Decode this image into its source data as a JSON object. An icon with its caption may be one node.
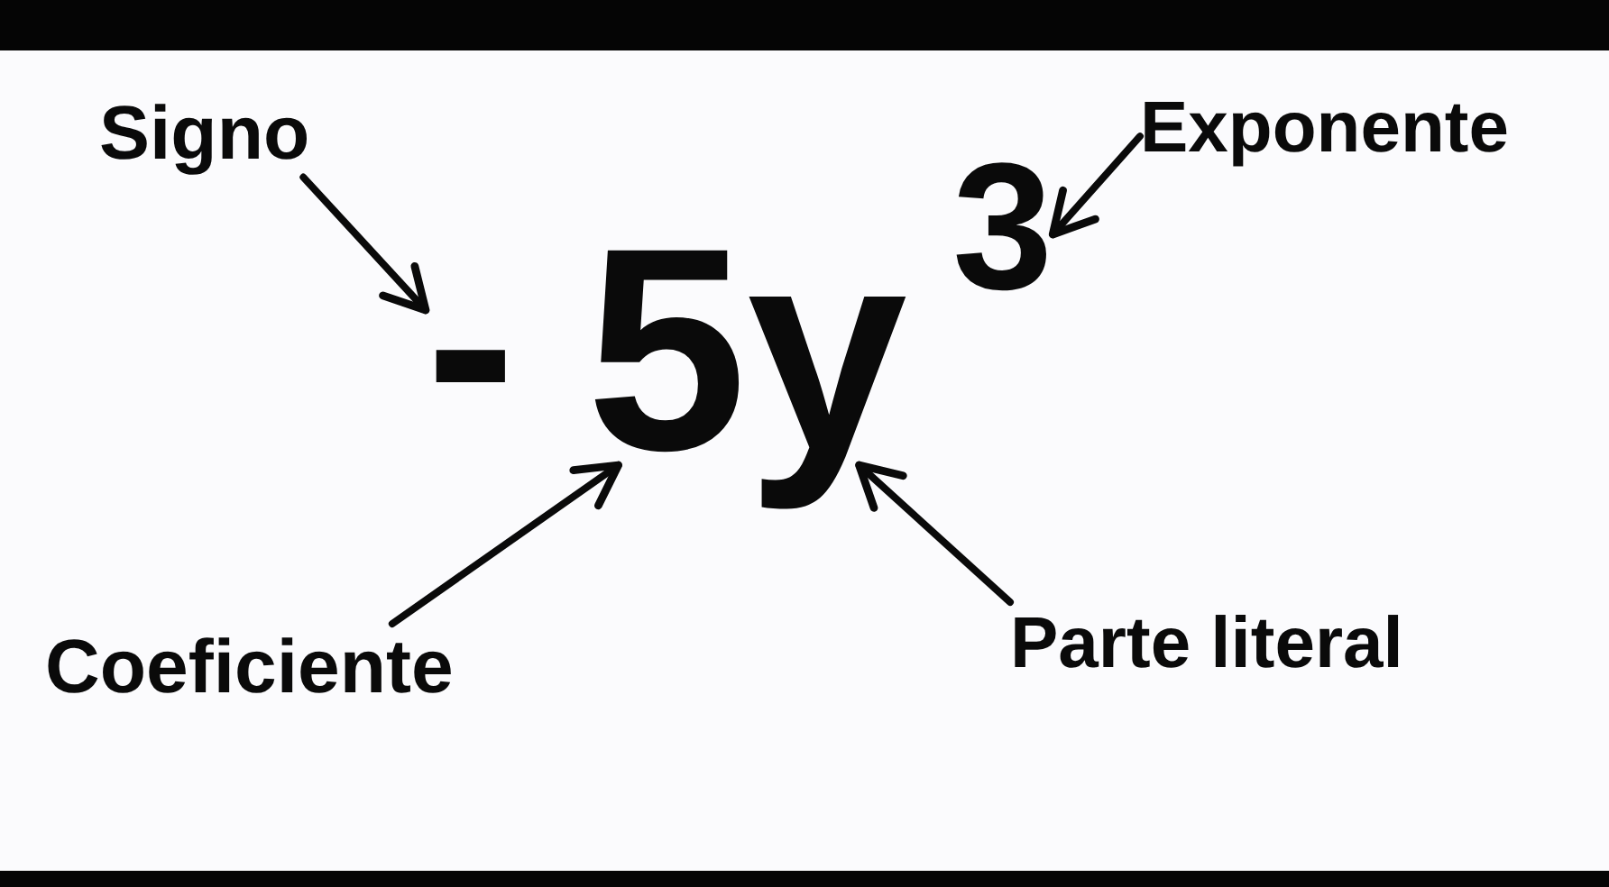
{
  "diagram": {
    "nodes": [
      {
        "text": [
          "Signo"
        ]
      },
      {
        "text": [
          "-"
        ]
      },
      {
        "text": [
          "5"
        ]
      },
      {
        "text": [
          "y"
        ]
      },
      {
        "text": [
          "3"
        ]
      },
      {
        "text": [
          "Exponente"
        ]
      },
      {
        "text": [
          "Coeficiente"
        ]
      },
      {
        "text": [
          "Parte literal"
        ]
      }
    ],
    "edges": [
      {
        "from": 0,
        "to": 1,
        "arrow": "to"
      },
      {
        "from": 5,
        "to": 4,
        "arrow": "to"
      },
      {
        "from": 6,
        "to": 2,
        "arrow": "to"
      },
      {
        "from": 7,
        "to": 3,
        "arrow": "to"
      }
    ]
  }
}
